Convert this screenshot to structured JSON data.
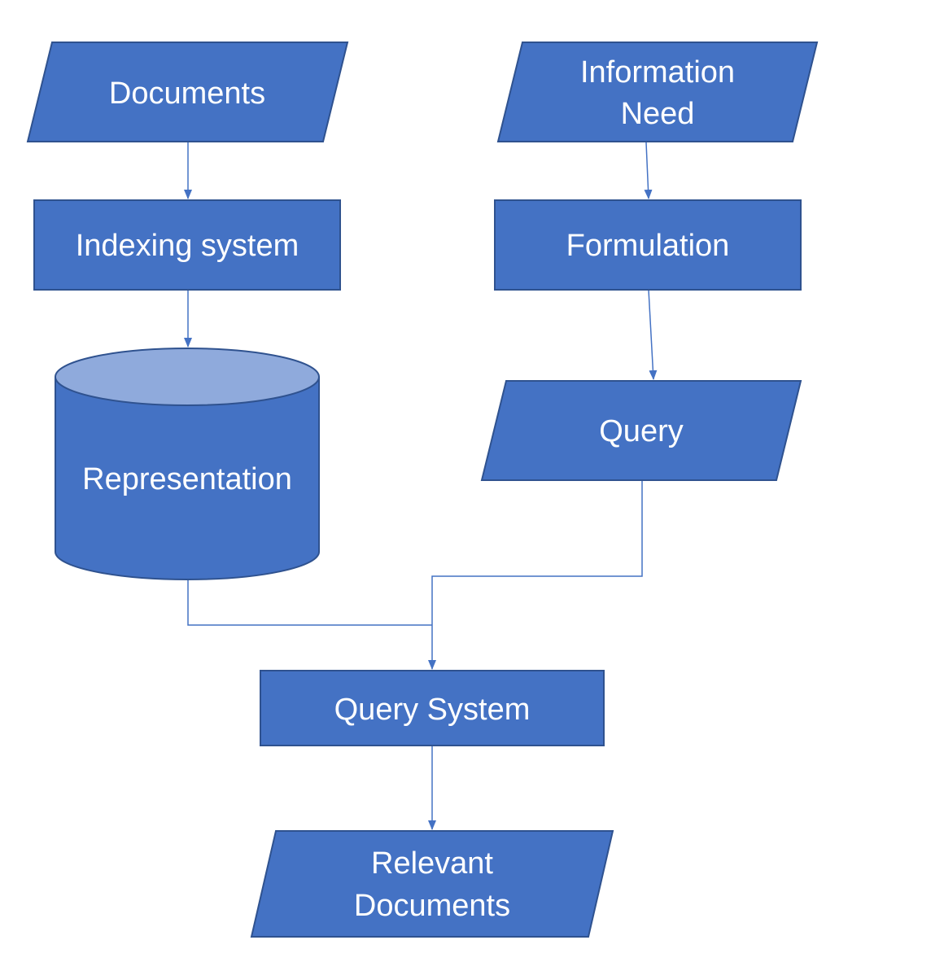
{
  "colors": {
    "node_fill": "#4472c4",
    "node_stroke": "#2f528f",
    "cylinder_top_fill": "#8faadc",
    "edge": "#4472c4",
    "text": "#ffffff",
    "background": "#ffffff"
  },
  "nodes": {
    "documents": {
      "shape": "parallelogram",
      "lines": [
        "Documents"
      ]
    },
    "information_need": {
      "shape": "parallelogram",
      "lines": [
        "Information",
        "Need"
      ]
    },
    "indexing_system": {
      "shape": "rectangle",
      "lines": [
        "Indexing system"
      ]
    },
    "formulation": {
      "shape": "rectangle",
      "lines": [
        "Formulation"
      ]
    },
    "representation": {
      "shape": "cylinder",
      "lines": [
        "Representation"
      ]
    },
    "query": {
      "shape": "parallelogram",
      "lines": [
        "Query"
      ]
    },
    "query_system": {
      "shape": "rectangle",
      "lines": [
        "Query System"
      ]
    },
    "relevant_documents": {
      "shape": "parallelogram",
      "lines": [
        "Relevant",
        "Documents"
      ]
    }
  },
  "edges": [
    {
      "from": "documents",
      "to": "indexing_system"
    },
    {
      "from": "information_need",
      "to": "formulation"
    },
    {
      "from": "indexing_system",
      "to": "representation"
    },
    {
      "from": "formulation",
      "to": "query"
    },
    {
      "from": "representation",
      "to": "query_system"
    },
    {
      "from": "query",
      "to": "query_system"
    },
    {
      "from": "query_system",
      "to": "relevant_documents"
    }
  ]
}
